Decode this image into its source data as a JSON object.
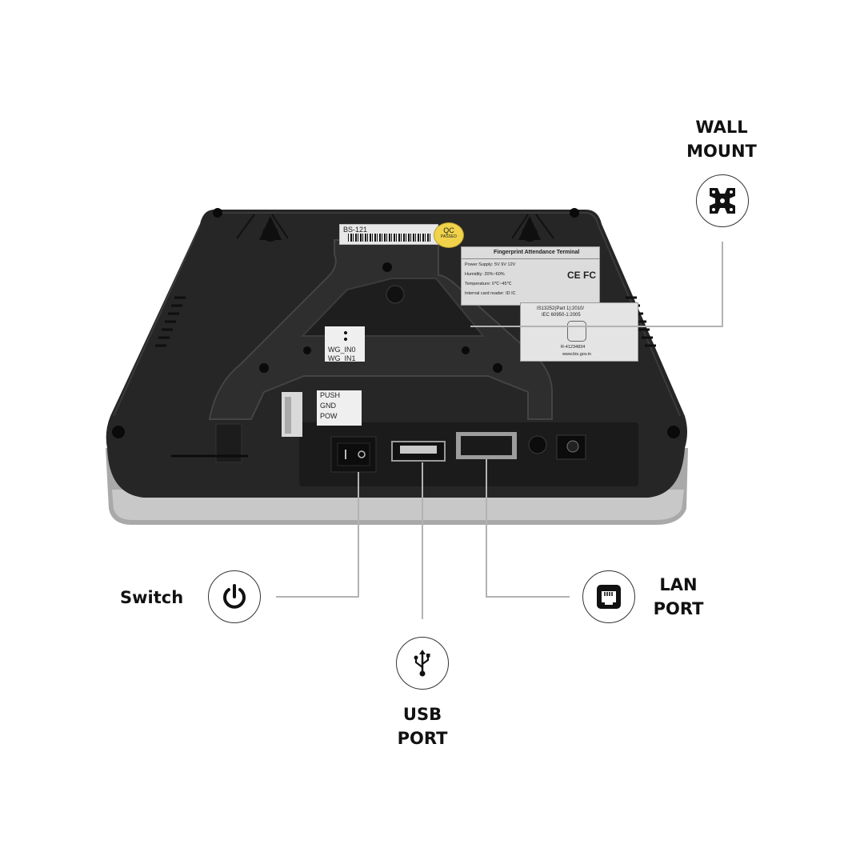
{
  "callouts": {
    "wall_mount": {
      "line1": "WALL",
      "line2": "MOUNT",
      "icon": "wall-mount-bracket-icon"
    },
    "switch": {
      "label": "Switch",
      "icon": "power-icon"
    },
    "lan_port": {
      "line1": "LAN",
      "line2": "PORT",
      "icon": "ethernet-port-icon"
    },
    "usb_port": {
      "line1": "USB",
      "line2": "PORT",
      "icon": "usb-icon"
    }
  },
  "device": {
    "model_sticker": "BS-121",
    "qc_badge": {
      "line1": "QC",
      "line2": "PASSED"
    },
    "rating_label": {
      "title": "Fingerprint Attendance Terminal",
      "power_supply": "Power Supply:",
      "ps_5v": "5V",
      "ps_9v": "9V",
      "ps_12v": "12V",
      "humidity": "Humidity: 20%~60%",
      "temperature": "Temperature: 0℃~45℃",
      "card_reader": "Internal card reader:",
      "card_id": "ID",
      "card_ic": "IC",
      "marks": "CE FC"
    },
    "bis_label": {
      "standard1": "IS13252(Part 1):2010/",
      "standard2": "IEC 60950-1:2005",
      "reg": "R-41234834",
      "site": "www.bis.gov.in"
    },
    "wiegand_sticker": {
      "line1": "WG_IN0",
      "line2": "WG_IN1"
    },
    "power_sticker": {
      "line1": "PUSH",
      "line2": "GND",
      "line3": "POW"
    }
  },
  "colors": {
    "device_body": "#2b2b2b",
    "leader_line": "#b3b3b3",
    "label_text": "#111111"
  }
}
